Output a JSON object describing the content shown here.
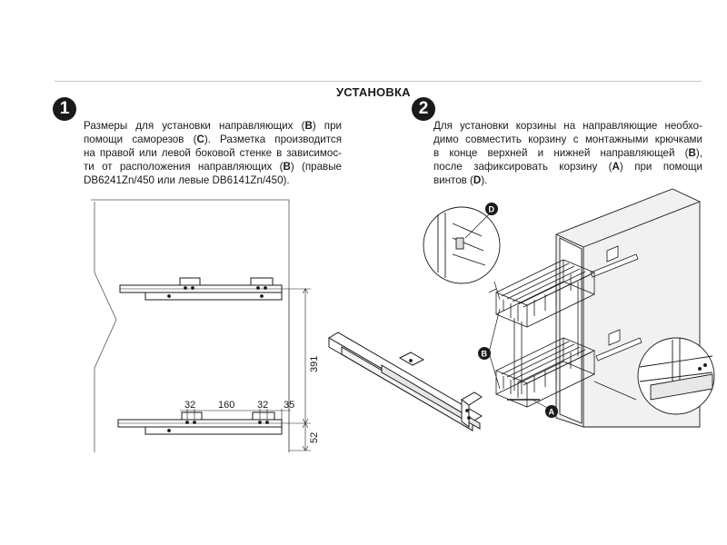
{
  "header": {
    "title": "УСТАНОВКА"
  },
  "steps": [
    {
      "number": "1",
      "lines": [
        [
          "Размеры для установки направляющих (",
          "B",
          ") при"
        ],
        [
          "помощи саморезов (",
          "C",
          "). Разметка производится"
        ],
        [
          "на правой или левой боковой стенке в зависимос-"
        ],
        [
          "ти от расположения направляющих (",
          "B",
          ") (правые"
        ],
        [
          "DB6241Zn/450 или левые DB6141Zn/450)."
        ]
      ]
    },
    {
      "number": "2",
      "lines": [
        [
          "Для установки корзины на направляющие необхо-"
        ],
        [
          "димо совместить корзину с монтажными крючками"
        ],
        [
          "в конце верхней и нижней направляющей (",
          "B",
          "),"
        ],
        [
          "после зафиксировать корзину (",
          "A",
          ") при помощи"
        ],
        [
          "винтов (",
          "D",
          ")."
        ]
      ]
    }
  ],
  "dimensions": {
    "height_between_rails": "391",
    "bottom_offset": "52",
    "hole_left": "32",
    "hole_spacing": "160",
    "hole_right": "32",
    "rail_end": "35"
  },
  "callouts": {
    "basket": "A",
    "rails": "B",
    "screws": "D"
  },
  "colors": {
    "ink": "#1a1a1a",
    "cabinet_shade": "#f1f1f1",
    "badge": "#1a1a1a"
  }
}
